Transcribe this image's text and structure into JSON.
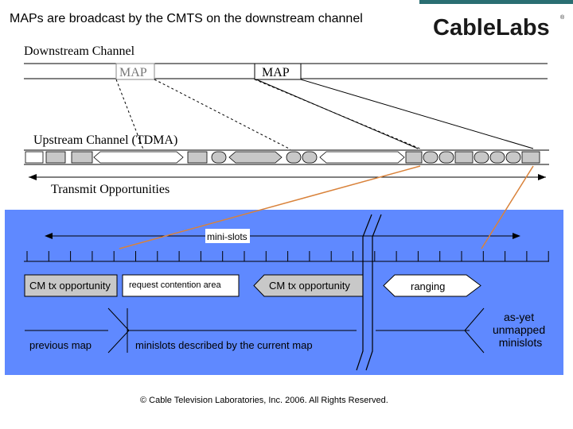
{
  "header": {
    "title": "MAPs are broadcast by the CMTS on the downstream channel",
    "logo_text": "CableLabs",
    "logo_mark": "®",
    "accent_color": "#2a6e72"
  },
  "downstream": {
    "label": "Downstream Channel",
    "map_labels": [
      "MAP",
      "MAP"
    ]
  },
  "upstream": {
    "label": "Upstream Channel (TDMA)",
    "transmit_label": "Transmit Opportunities"
  },
  "detail": {
    "background": "#5f89ff",
    "minislots_label": "mini-slots",
    "slots": {
      "cm_tx_1": "CM tx opportunity",
      "request": "request contention area",
      "cm_tx_2": "CM tx opportunity",
      "ranging": "ranging"
    },
    "previous_map": "previous map",
    "current_map": "minislots described by the current map",
    "unmapped": "as-yet unmapped minislots"
  },
  "colors": {
    "orange": "#d9823a",
    "slot_fill": "#c8c8c8"
  },
  "footer": {
    "copyright": "© Cable Television Laboratories, Inc. 2006.  All Rights Reserved."
  }
}
